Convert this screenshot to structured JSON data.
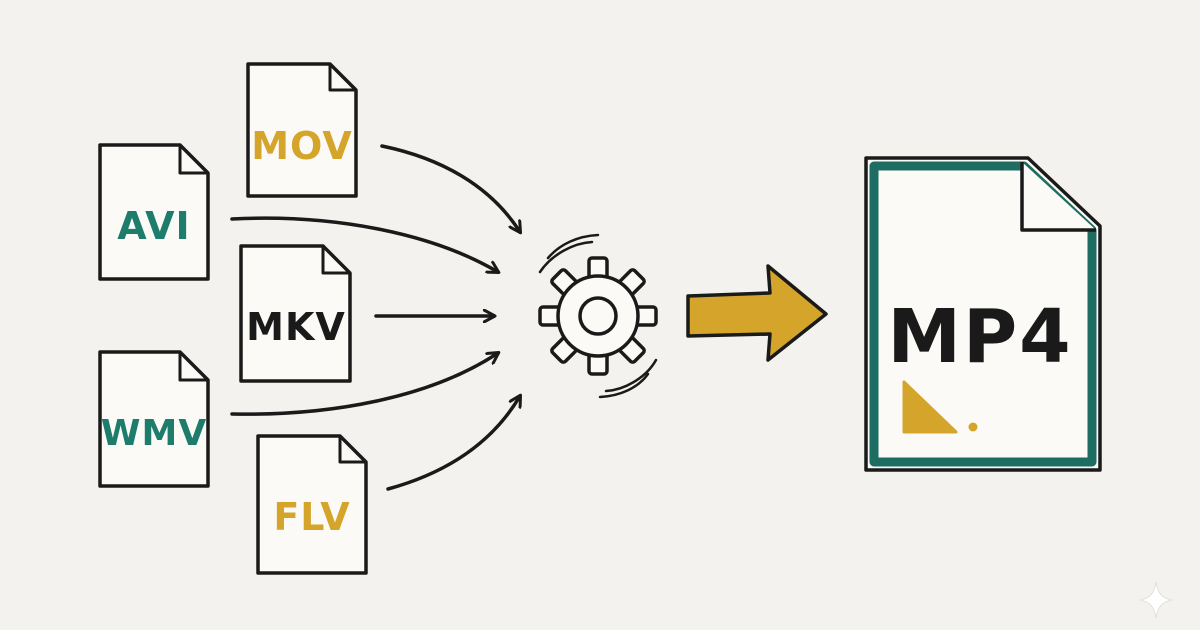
{
  "input_files": [
    {
      "id": "mov",
      "label": "MOV",
      "color": "#d4a52a"
    },
    {
      "id": "avi",
      "label": "AVI",
      "color": "#1e7c6d"
    },
    {
      "id": "mkv",
      "label": "MKV",
      "color": "#1a1a1a"
    },
    {
      "id": "wmv",
      "label": "WMV",
      "color": "#1e7c6d"
    },
    {
      "id": "flv",
      "label": "FLV",
      "color": "#d4a52a"
    }
  ],
  "output_file": {
    "label": "MP4",
    "color": "#1a1a1a",
    "border_color": "#1e6d62",
    "accent_color": "#d4a52a"
  },
  "converter": {
    "icon": "gear-icon"
  },
  "colors": {
    "background": "#f3f2ee",
    "file_fill": "#fbfaf6",
    "stroke": "#1a1a1a",
    "arrow_accent": "#d4a52a"
  }
}
